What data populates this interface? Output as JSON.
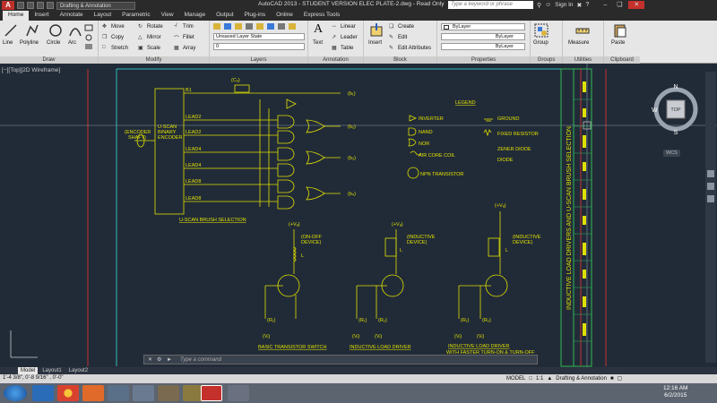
{
  "titlebar": {
    "workspace": "Drafting & Annotation",
    "title": "AutoCAD 2013 - STUDENT VERSION   ELEC PLATE-2.dwg - Read Only",
    "search_placeholder": "Type a keyword or phrase",
    "signin": "Sign In"
  },
  "tabs": [
    "Home",
    "Insert",
    "Annotate",
    "Layout",
    "Parametric",
    "View",
    "Manage",
    "Output",
    "Plug-ins",
    "Online",
    "Express Tools"
  ],
  "ribbon": {
    "draw": {
      "title": "Draw",
      "line": "Line",
      "polyline": "Polyline",
      "circle": "Circle",
      "arc": "Arc"
    },
    "modify": {
      "title": "Modify",
      "move": "Move",
      "rotate": "Rotate",
      "trim": "Trim",
      "copy": "Copy",
      "mirror": "Mirror",
      "fillet": "Fillet",
      "stretch": "Stretch",
      "scale": "Scale",
      "array": "Array"
    },
    "layers": {
      "title": "Layers",
      "layer_state": "Unsaved Layer State",
      "layer_value": "0"
    },
    "annotation": {
      "title": "Annotation",
      "text": "Text",
      "linear": "Linear",
      "leader": "Leader",
      "table": "Table"
    },
    "block": {
      "title": "Block",
      "insert": "Insert",
      "create": "Create",
      "edit": "Edit",
      "edit_attributes": "Edit Attributes"
    },
    "properties": {
      "title": "Properties",
      "color": "ByLayer",
      "linetype": "ByLayer",
      "lineweight": "ByLayer"
    },
    "groups": {
      "title": "Groups",
      "group": "Group"
    },
    "utilities": {
      "title": "Utilities",
      "measure": "Measure"
    },
    "clipboard": {
      "title": "Clipboard",
      "paste": "Paste"
    }
  },
  "viewport": {
    "label": "[−][Top][2D Wireframe]",
    "nav": {
      "n": "N",
      "s": "S",
      "w": "W",
      "top": "TOP"
    },
    "wcs": "WCS"
  },
  "drawing": {
    "b1": "B1",
    "cu": "(Cᵤ)",
    "enc1": "(ENCODER",
    "enc2": "SHAFT)",
    "uscan1": "U-SCAN",
    "uscan2": "BINARY",
    "uscan3": "ENCODER",
    "lead2a": "LEAD2",
    "lead2b": "LEAD2",
    "lead4a": "LEAD4",
    "lead4b": "LEAD4",
    "lead8a": "LEAD8",
    "lead8b": "LEAD8",
    "out1": "(b₁)",
    "out2": "(b₂)",
    "out3": "(b₃)",
    "out4": "(b₄)",
    "selection": "U-SCAN BRUSH SELECTION",
    "legend_title": "LEGEND",
    "inverter": "INVERTER",
    "nand": "NAND",
    "nor": "NOR",
    "air_coil": "AIR CORE COIL",
    "npn": "NPN TRANSISTOR",
    "ground": "GROUND",
    "fixed_resistor": "FIXED RESISTOR",
    "zener": "ZENER DIODE",
    "diode": "DIODE",
    "vcc1": "(+Vₐ)",
    "vcc2": "(+Vₐ)",
    "vcc3": "(+Vₐ)",
    "dev1a": "(ON-OFF",
    "dev1b": "DEVICE)",
    "dev2a": "(INDUCTIVE",
    "dev2b": "DEVICE)",
    "dev3a": "(INDUCTIVE",
    "dev3b": "DEVICE)",
    "L1": "L",
    "L2": "L",
    "L3": "L",
    "r1": "(R₁)",
    "r2": "(R₁)",
    "r3": "(R₂)",
    "r4": "(R₁)",
    "r5": "(R₂)",
    "v1": "(Vᵢ)",
    "v2": "(Vᵢ)",
    "v3": "(Vᵢ)",
    "v4": "(Vᵢ)",
    "v5": "(Vᵢ)",
    "cap1": "BASIC TRANSISTOR SWITCH",
    "cap2": "INDUCTIVE LOAD DRIVER",
    "cap3a": "INDUCTIVE LOAD DRIVER",
    "cap3b": "WITH FASTER TURN-ON & TURN-OFF",
    "vertical_title": "INDUCTIVE LOAD DRIVERS AND U-SCAN BRUSH SELECTION"
  },
  "command": {
    "placeholder": "Type a command"
  },
  "layout_tabs": [
    "Model",
    "Layout1",
    "Layout2"
  ],
  "statusbar": {
    "coords": "1'-4 3/8\",  0'-8 9/16\" , 0'-0\"",
    "model": "MODEL",
    "scale": "1:1",
    "workspace": "Drafting & Annotation"
  },
  "clock": {
    "time": "12:16 AM",
    "date": "6/2/2015"
  },
  "colors": {
    "drawing": "#e0e000",
    "viewport": "#212b38",
    "frame": "#2fb8b8",
    "accent": "#c4302b"
  }
}
